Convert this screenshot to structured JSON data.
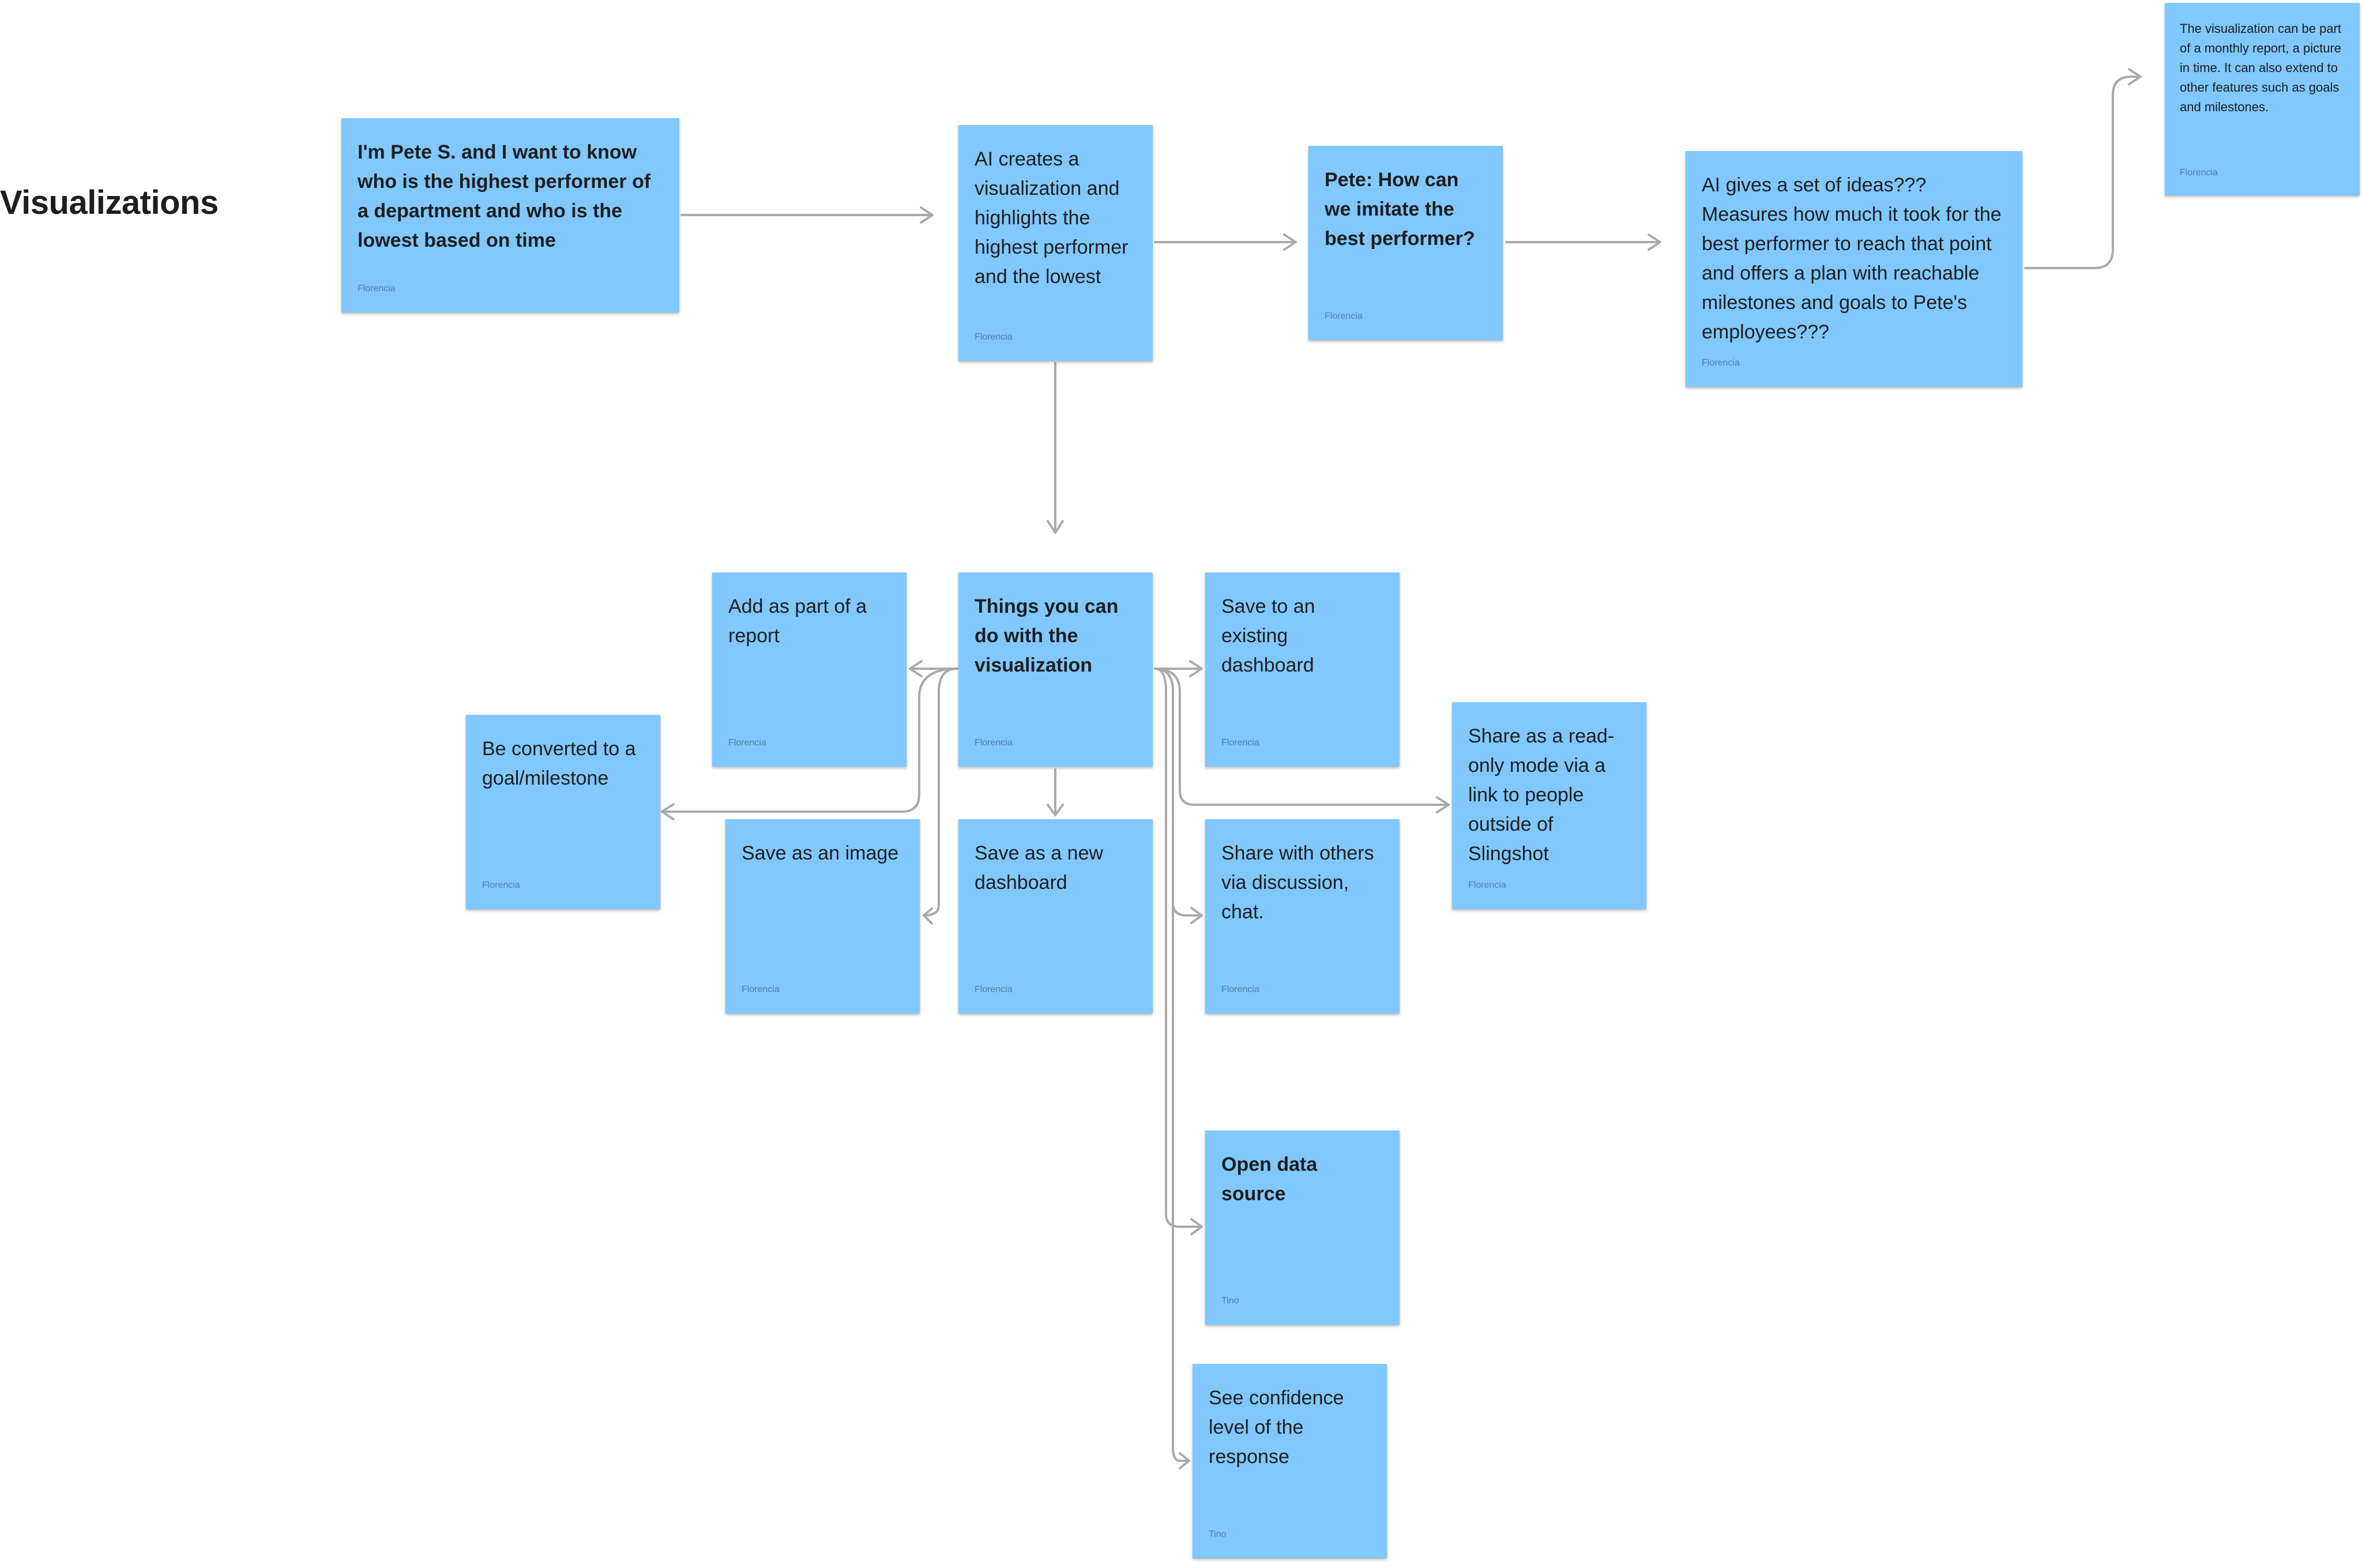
{
  "section_title": "Visualizations",
  "colors": {
    "note": "#80c8ff",
    "connector": "#aaaaaa",
    "text": "#1e1e1e",
    "author": "#4f7fa8"
  },
  "notes": {
    "pete_question": {
      "text": "I'm Pete S. and I want to know who is the highest performer of a department and who is the lowest based on time",
      "author": "Florencia"
    },
    "ai_creates": {
      "text": "AI creates a visualization and highlights the highest performer and the lowest",
      "author": "Florencia"
    },
    "pete_imitate": {
      "text": "Pete: How can we imitate the best performer?",
      "author": "Florencia"
    },
    "ai_ideas": {
      "text": "AI gives a set of ideas??? Measures how much it took for the best performer to reach that point and offers a plan with reachable milestones and goals to Pete's employees???",
      "author": "Florencia"
    },
    "monthly_report": {
      "text": "The visualization can be part of a monthly report, a picture in time. It can also extend to other features such as goals and milestones.",
      "author": "Florencia"
    },
    "things_you_can_do": {
      "text": "Things you can do with the visualization",
      "author": "Florencia"
    },
    "add_report": {
      "text": "Add as part of a report",
      "author": "Florencia"
    },
    "goal_milestone": {
      "text": "Be converted to a goal/milestone",
      "author": "Florencia"
    },
    "save_image": {
      "text": "Save as an image",
      "author": "Florencia"
    },
    "save_new_dashboard": {
      "text": "Save as a new dashboard",
      "author": "Florencia"
    },
    "save_existing_dashboard": {
      "text": "Save to an existing dashboard",
      "author": "Florencia"
    },
    "share_discussion": {
      "text": "Share with others via discussion, chat.",
      "author": "Florencia"
    },
    "share_readonly": {
      "text": "Share as a read-only mode via a link to people outside of Slingshot",
      "author": "Florencia"
    },
    "open_data_source": {
      "text": "Open data source",
      "author": "Tino"
    },
    "confidence_level": {
      "text": "See confidence level of the response",
      "author": "Tino"
    }
  }
}
